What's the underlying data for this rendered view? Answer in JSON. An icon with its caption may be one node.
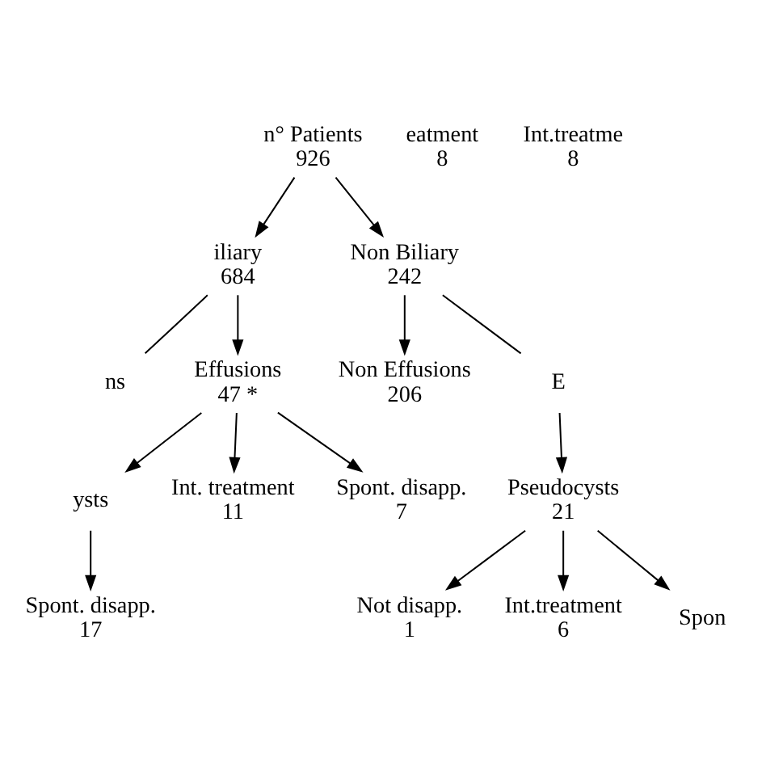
{
  "diagram": {
    "nodes": [
      {
        "text": [
          "n° Patients",
          "926"
        ]
      },
      {
        "text": [
          "iliary",
          "684"
        ]
      },
      {
        "text": [
          "Non Biliary",
          "242"
        ]
      },
      {
        "text": [
          "ns"
        ]
      },
      {
        "text": [
          "Effusions",
          "47 *"
        ]
      },
      {
        "text": [
          "Non Effusions",
          "206"
        ]
      },
      {
        "text": [
          "E"
        ]
      },
      {
        "text": [
          "ysts"
        ]
      },
      {
        "text": [
          "Int. treatment",
          "11"
        ]
      },
      {
        "text": [
          "Spont. disapp.",
          "7"
        ]
      },
      {
        "text": [
          "eatment",
          "8"
        ]
      },
      {
        "text": [
          "Spont. disapp.",
          "17"
        ]
      },
      {
        "text": [
          "Pseudocysts",
          "21"
        ]
      },
      {
        "text": [
          "Int.treatme",
          "8"
        ]
      },
      {
        "text": [
          "Not disapp.",
          "1"
        ]
      },
      {
        "text": [
          "Int.treatment",
          "6"
        ]
      },
      {
        "text": [
          "Spon"
        ]
      }
    ],
    "edges": [
      {
        "from": 0,
        "to": 1,
        "arrow": "to"
      },
      {
        "from": 0,
        "to": 2,
        "arrow": "to"
      },
      {
        "from": 1,
        "to": 3,
        "arrow": "none"
      },
      {
        "from": 1,
        "to": 4,
        "arrow": "to"
      },
      {
        "from": 2,
        "to": 5,
        "arrow": "to"
      },
      {
        "from": 2,
        "to": 6,
        "arrow": "none"
      },
      {
        "from": 4,
        "to": 7,
        "arrow": "to"
      },
      {
        "from": 4,
        "to": 8,
        "arrow": "to"
      },
      {
        "from": 4,
        "to": 9,
        "arrow": "to"
      },
      {
        "from": 7,
        "to": 11,
        "arrow": "to"
      },
      {
        "from": 6,
        "to": 12,
        "arrow": "to"
      },
      {
        "from": 12,
        "to": 14,
        "arrow": "to"
      },
      {
        "from": 12,
        "to": 15,
        "arrow": "to"
      },
      {
        "from": 12,
        "to": 16,
        "arrow": "to"
      }
    ]
  }
}
